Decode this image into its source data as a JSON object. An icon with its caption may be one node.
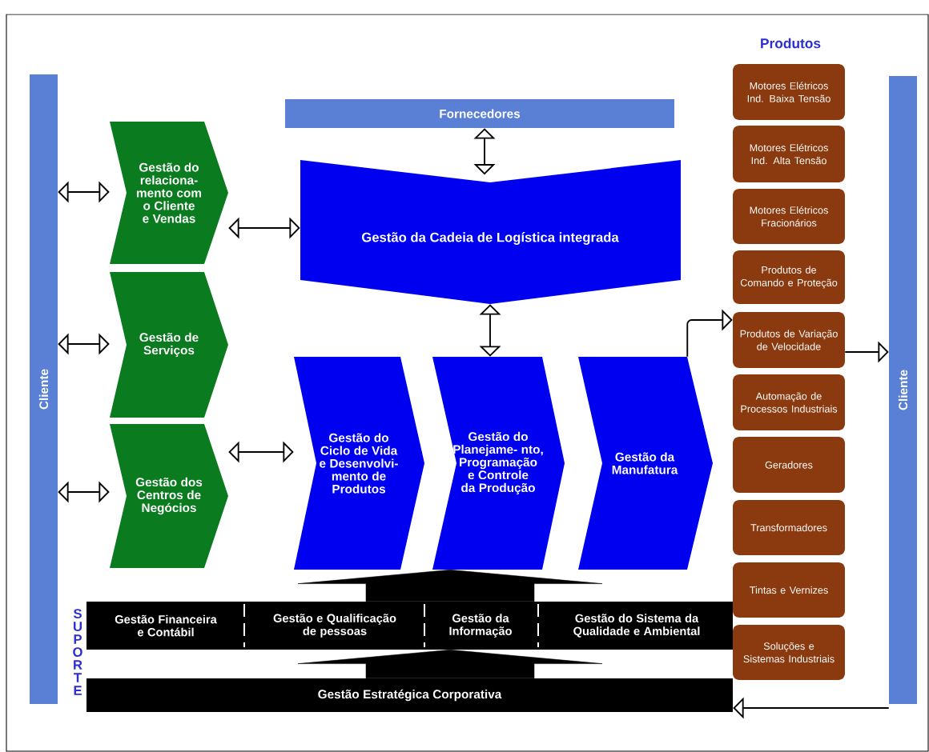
{
  "diagram": {
    "nodes": [
      {
        "text": [
          "Cliente"
        ]
      },
      {
        "text": [
          "Gestão do relaciona- mento com o Cliente e Vendas"
        ]
      },
      {
        "text": [
          "Gestão de Serviços"
        ]
      },
      {
        "text": [
          "Gestão dos Centros de Negócios"
        ]
      },
      {
        "text": [
          "Fornecedores"
        ]
      },
      {
        "text": [
          "Gestão da Cadeia de Logística integrada"
        ]
      },
      {
        "text": [
          "Gestão do Ciclo de Vida e Desenvolvi- mento de Produtos"
        ]
      },
      {
        "text": [
          "Gestão do Planejame- nto, Programação e Controle da Produção"
        ]
      },
      {
        "text": [
          "Gestão da Manufatura"
        ]
      },
      {
        "text": [
          "Gestão Financeira e Contábil",
          "Gestão e Qualificação de pessoas",
          "Gestão da Informação",
          "Gestão do Sistema da Qualidade e Ambiental"
        ]
      },
      {
        "text": [
          "Gestão Estratégica Corporativa"
        ]
      },
      {
        "text": [
          "Motores Elétricos Ind. Baixa Tensão"
        ]
      },
      {
        "text": [
          "Motores Elétricos Ind. Alta Tensão"
        ]
      },
      {
        "text": [
          "Motores Elétricos Fracionários"
        ]
      },
      {
        "text": [
          "Produtos de Comando e Proteção"
        ]
      },
      {
        "text": [
          "Produtos de Variação de Velocidade"
        ]
      },
      {
        "text": [
          "Automação de Processos Industriais"
        ]
      },
      {
        "text": [
          "Geradores"
        ]
      },
      {
        "text": [
          "Transformadores"
        ]
      },
      {
        "text": [
          "Tintas e Vernizes"
        ]
      },
      {
        "text": [
          "Soluções e Sistemas Industriais"
        ]
      },
      {
        "text": [
          "Cliente"
        ]
      }
    ],
    "edges": [
      {
        "from": 0,
        "to": 1,
        "arrow": "both"
      },
      {
        "from": 0,
        "to": 2,
        "arrow": "both"
      },
      {
        "from": 0,
        "to": 3,
        "arrow": "both"
      },
      {
        "from": 1,
        "to": 5,
        "arrow": "both"
      },
      {
        "from": 3,
        "to": 6,
        "arrow": "both"
      },
      {
        "from": 4,
        "to": 5,
        "arrow": "both"
      },
      {
        "from": 5,
        "to": 7,
        "arrow": "both"
      },
      {
        "from": 9,
        "to": 7,
        "arrow": "to",
        "style": "thick"
      },
      {
        "from": 10,
        "to": 9,
        "arrow": "to",
        "style": "thick"
      },
      {
        "from": 8,
        "to": 15,
        "arrow": "to"
      },
      {
        "from": 15,
        "to": 21,
        "arrow": "to"
      },
      {
        "from": 21,
        "to": 10,
        "arrow": "to"
      }
    ],
    "labels": [
      "Produtos",
      "S U P O R T E"
    ]
  }
}
